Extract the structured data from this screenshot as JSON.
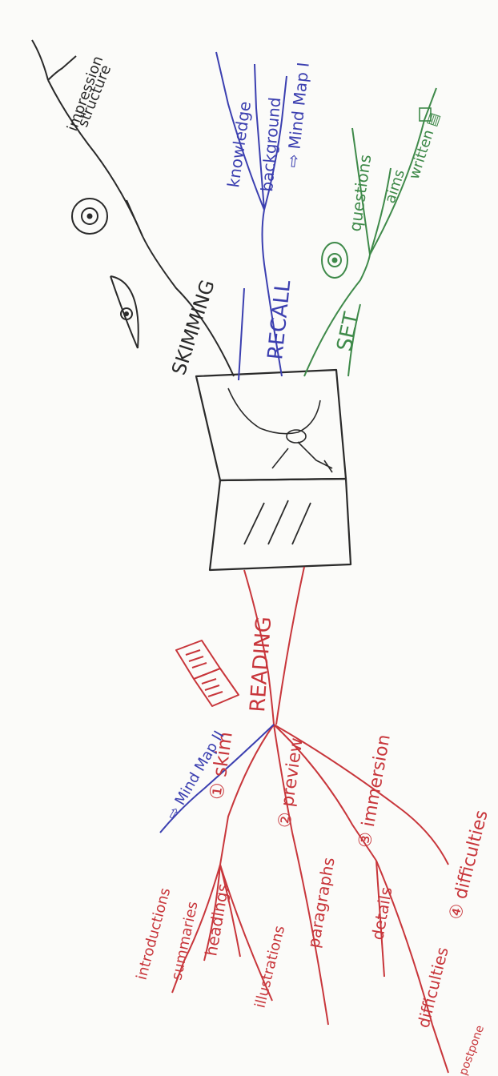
{
  "colors": {
    "black": "#2a2a2a",
    "blue": "#3b3fb0",
    "green": "#3f8a4a",
    "red": "#c8363b",
    "paper": "#fbfbf9"
  },
  "center": {
    "icon": "open-book-icon"
  },
  "branches": {
    "skimming": {
      "label": "SKIMMING",
      "icon": "eye-icon",
      "sub_icon": "target-icon",
      "children": [
        "impression",
        "structure"
      ]
    },
    "recall": {
      "label": "RECALL",
      "children": [
        "knowledge",
        "background",
        "⇨ Mind Map I"
      ]
    },
    "set": {
      "label": "SET",
      "icon": "target-icon",
      "children": [
        "questions",
        "aims",
        "written ▤"
      ]
    },
    "reading": {
      "label": "READING",
      "icon": "open-book-icon",
      "skim": {
        "label": "① skim",
        "mindmap_ref": "⇨ Mind Map II",
        "children": [
          "introductions",
          "summaries",
          "headings",
          "illustrations"
        ]
      },
      "preview": {
        "label": "② preview",
        "children": [
          "paragraphs"
        ]
      },
      "immersion": {
        "label": "③ immersion",
        "children": [
          "details",
          "difficulties",
          "postpone"
        ]
      },
      "difficulties": {
        "label": "④ difficulties"
      }
    }
  }
}
